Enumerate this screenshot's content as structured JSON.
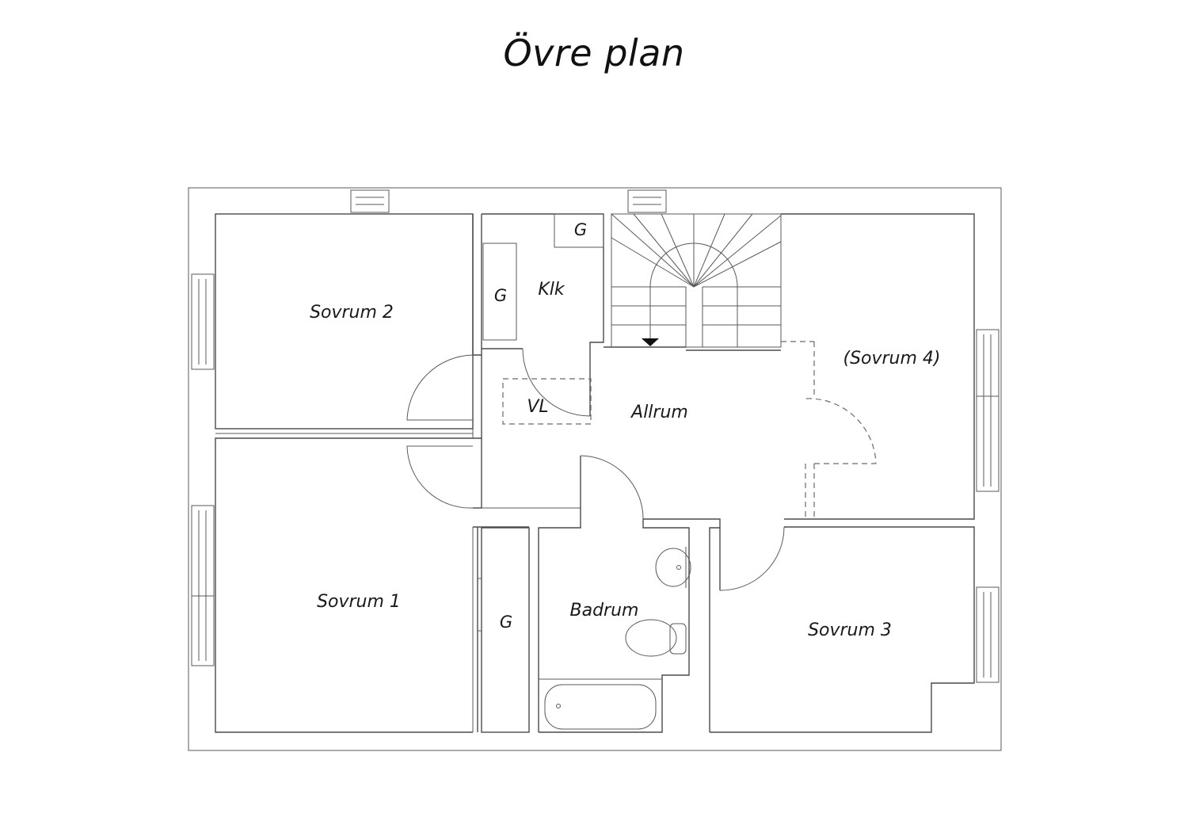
{
  "title": "Övre plan",
  "rooms": {
    "sovrum_2": "Sovrum 2",
    "sovrum_1": "Sovrum 1",
    "sovrum_3": "Sovrum 3",
    "sovrum_4": "(Sovrum 4)",
    "allrum": "Allrum",
    "badrum": "Badrum",
    "klk": "Klk",
    "vl": "VL",
    "g_top": "G",
    "g_klk": "G",
    "g_bottom": "G"
  }
}
